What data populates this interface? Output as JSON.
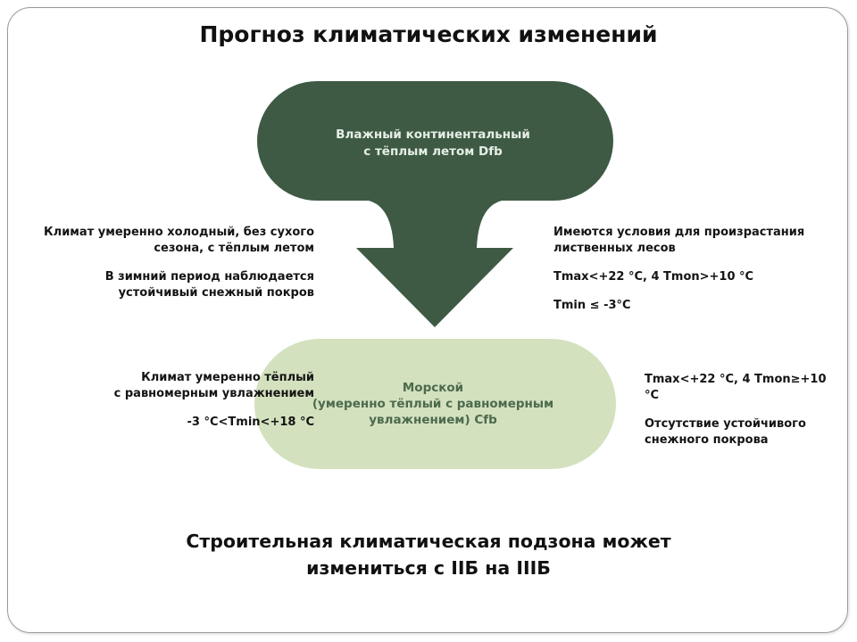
{
  "title": "Прогноз климатических изменений",
  "colors": {
    "dark_green": "#3e5a44",
    "light_green": "#d3e1be",
    "frame_border": "#9a9a9a"
  },
  "top_shape": {
    "line1": "Влажный континентальный",
    "line2": "с тёплым летом Dfb"
  },
  "bottom_shape": {
    "line1": "Морской",
    "line2": "(умеренно тёплый с равномерным",
    "line3": "увлажнением) Cfb"
  },
  "upper_left_notes": [
    [
      "Климат умеренно холодный, без сухого",
      "сезона, с тёплым летом"
    ],
    [
      "В зимний период наблюдается",
      "устойчивый снежный покров"
    ]
  ],
  "upper_right_notes": [
    [
      "Имеются условия для произрастания",
      "лиственных лесов"
    ],
    [
      "Tmax<+22 °C, 4 Tmon>+10 °C"
    ],
    [
      "Tmin ≤ -3°C"
    ]
  ],
  "lower_left_notes": [
    [
      "Климат умеренно тёплый",
      "с равномерным увлажнением"
    ],
    [
      "-3 °C<Tmin<+18 °C"
    ]
  ],
  "lower_right_notes": [
    [
      "Tmax<+22 °C, 4 Tmon≥+10 °C"
    ],
    [
      "Отсутствие устойчивого",
      "снежного покрова"
    ]
  ],
  "footer": {
    "line1": "Строительная климатическая подзона может",
    "line2": "измениться с IIБ на IIIБ"
  }
}
